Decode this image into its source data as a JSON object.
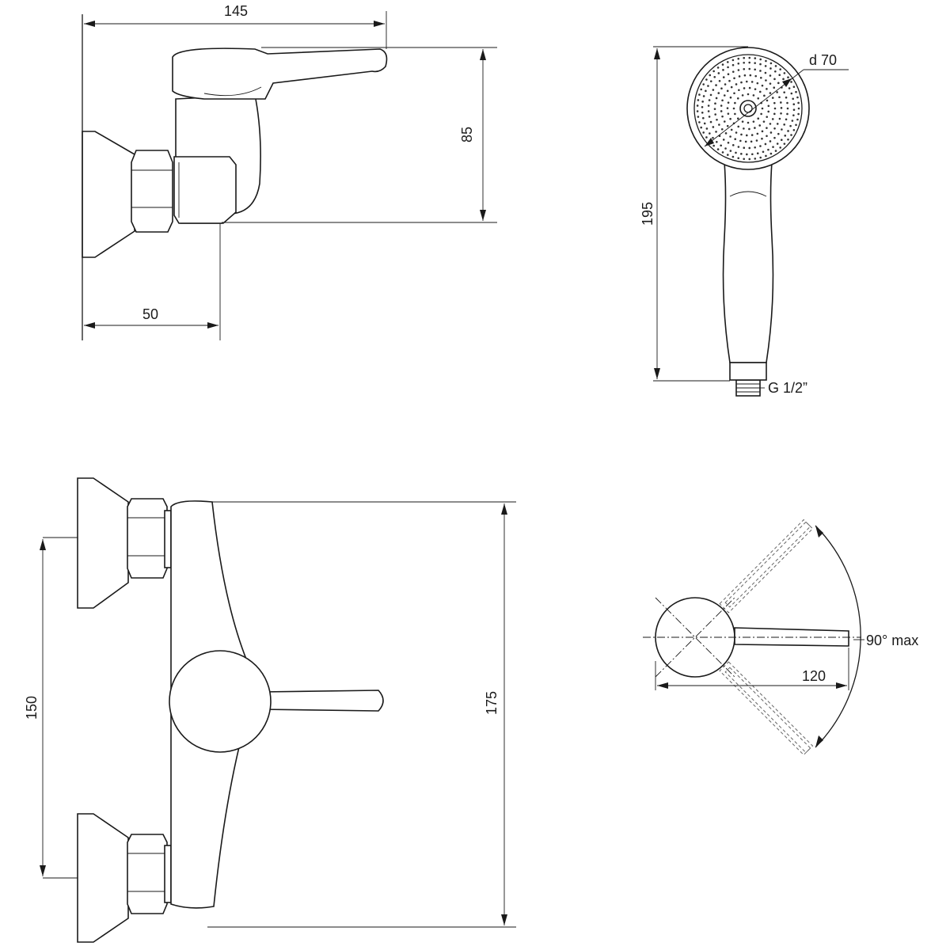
{
  "views": {
    "side": {
      "width_label": "145",
      "height_label": "85",
      "offset_label": "50"
    },
    "hand_shower": {
      "diameter_label": "d 70",
      "length_label": "195",
      "thread_label": "G 1/2”"
    },
    "front": {
      "center_distance_label": "150",
      "height_label": "175"
    },
    "lever_top": {
      "rotation_label": "90° max",
      "lever_length_label": "120"
    }
  }
}
